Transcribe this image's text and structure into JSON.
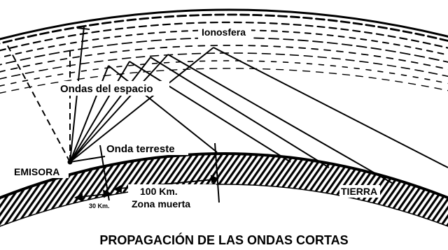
{
  "labels": {
    "ionosphere": "Ionosfera",
    "sky_waves": "Ondas del espacio",
    "ground_wave": "Onda terreste",
    "transmitter": "EMISORA",
    "earth": "TIERRA",
    "distance_short": "30 Km.",
    "distance_long": "100 Km.",
    "dead_zone": "Zona muerta"
  },
  "caption": "PROPAGACIÓN DE LAS ONDAS CORTAS",
  "colors": {
    "ink": "#000000",
    "paper": "#ffffff"
  }
}
